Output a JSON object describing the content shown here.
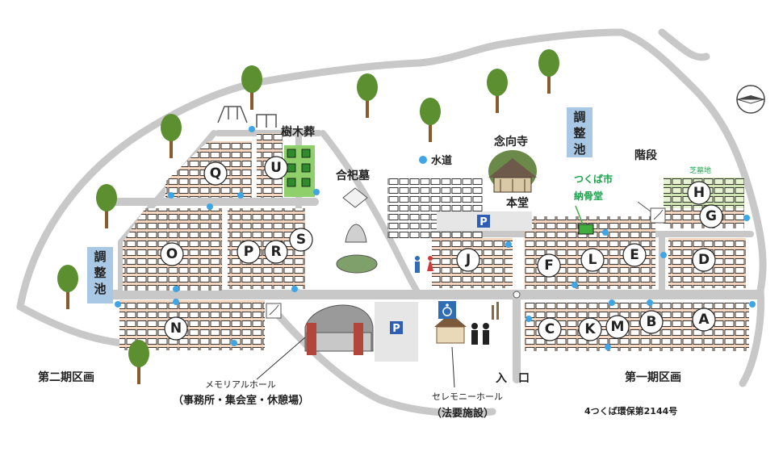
{
  "labels": {
    "tree_burial": "樹木葬",
    "communal_grave": "合祀墓",
    "water": "水道",
    "temple": "念向寺",
    "main_hall": "本堂",
    "pond_left_1": "調",
    "pond_left_2": "整",
    "pond_left_3": "池",
    "pond_right_1": "調",
    "pond_right_2": "整",
    "pond_right_3": "池",
    "ossuary_1": "つくば市",
    "ossuary_2": "納骨堂",
    "stairs": "階段",
    "lawn_grave": "芝墓地",
    "phase2": "第二期区画",
    "phase1": "第一期区画",
    "entrance": "入　口",
    "memorial_hall_1": "メモリアルホール",
    "memorial_hall_2": "（事務所・集会室・休憩場）",
    "ceremony_hall_1": "セレモニーホール",
    "ceremony_hall_2": "（法要施設）",
    "permit": "4つくば環保第2144号",
    "parking": "P"
  },
  "sections": [
    "Q",
    "U",
    "O",
    "P",
    "R",
    "S",
    "N",
    "J",
    "F",
    "L",
    "E",
    "D",
    "H",
    "G",
    "C",
    "K",
    "M",
    "B",
    "A"
  ],
  "colors": {
    "road": "#c8c8c8",
    "plot_bg": "#f7d6bf",
    "plot_cell": "#ffffff",
    "tree_crown": "#5b8f2f",
    "tree_trunk": "#8a5a2b",
    "pond": "#a9c8e6",
    "water_dot": "#3ea6e6",
    "green_text": "#1aa34a",
    "tree_burial_green": "#3fae3f",
    "parking_blue": "#2f5fb5"
  }
}
